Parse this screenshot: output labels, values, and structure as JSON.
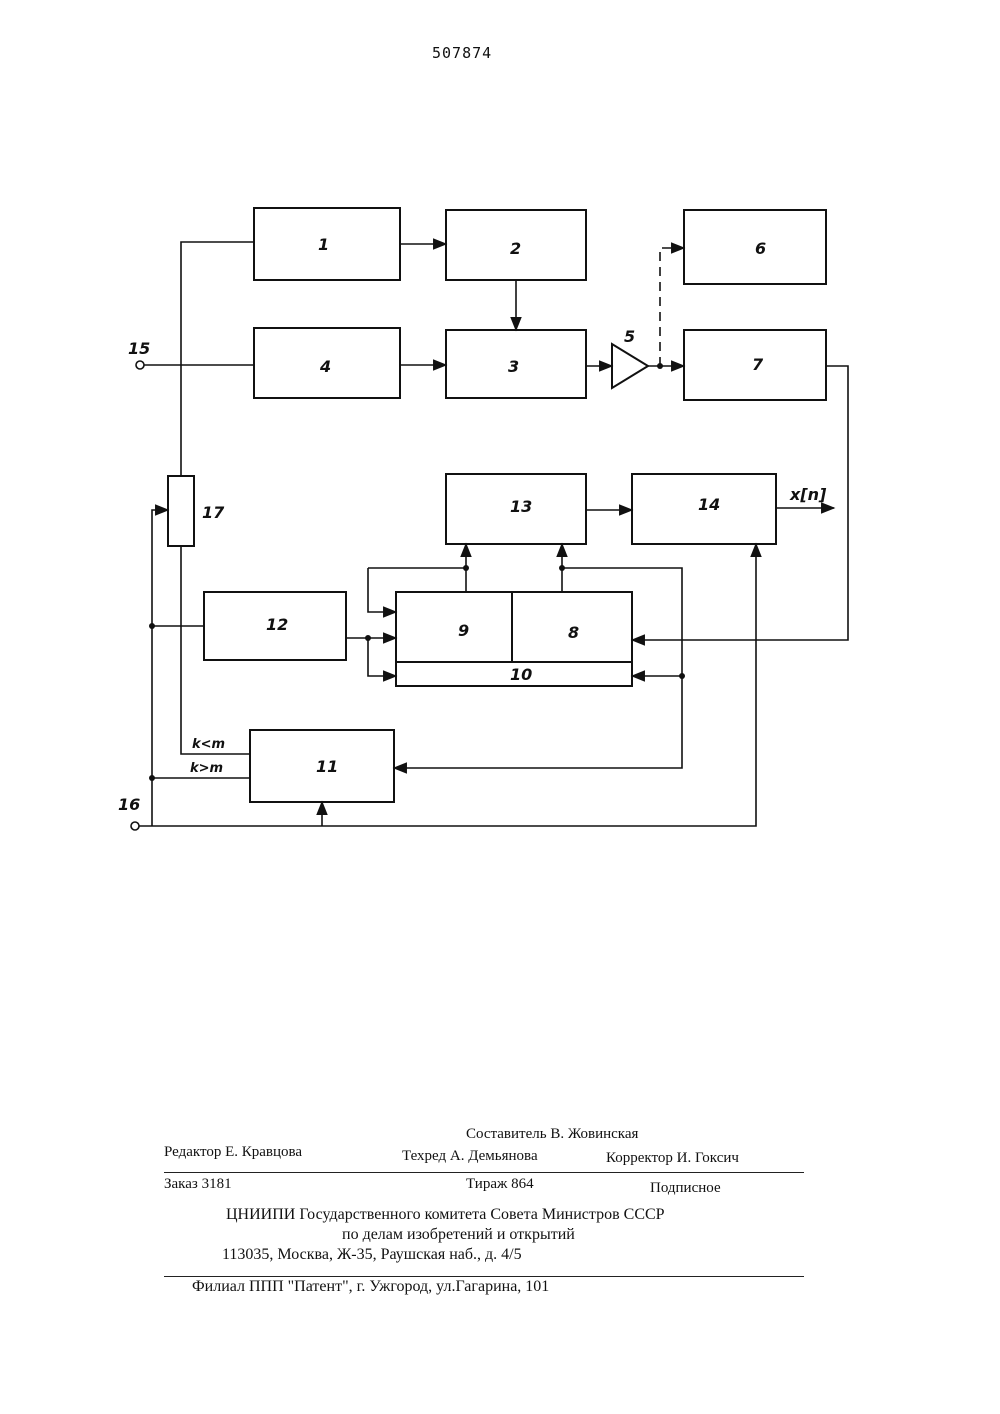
{
  "page_number": "507874",
  "diagram": {
    "blocks": [
      "1",
      "2",
      "3",
      "4",
      "5",
      "6",
      "7",
      "8",
      "9",
      "10",
      "11",
      "12",
      "13",
      "14",
      "17"
    ],
    "terminals": [
      "15",
      "16"
    ],
    "output_label": "x[n]",
    "cmp_less": "k<m",
    "cmp_greater": "k>m"
  },
  "imprint": {
    "compiler": "Составитель В. Жовинская",
    "editor": "Редактор  Е. Кравцова",
    "techred": "Техред А. Демьянова",
    "corrector": "Корректор И. Гоксич",
    "order": "Заказ 3181",
    "circulation": "Тираж 864",
    "subscription": "Подписное",
    "org_line1": "ЦНИИПИ Государственного комитета Совета Министров СССР",
    "org_line2": "по делам изобретений и открытий",
    "org_line3": "113035, Москва, Ж-35, Раушская наб., д. 4/5",
    "branch": "Филиал ППП \"Патент\", г. Ужгород, ул.Гагарина, 101"
  }
}
